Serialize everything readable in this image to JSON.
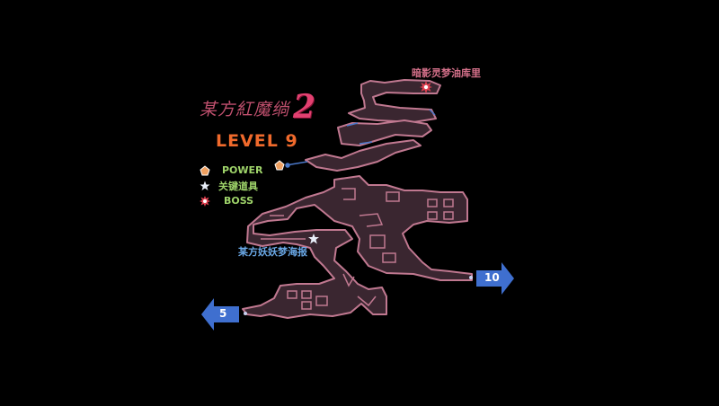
{
  "game": {
    "title_cn": "某方紅魔绱",
    "title_num": "2",
    "level": "LEVEL 9"
  },
  "legend": [
    {
      "icon": "pentagon-icon",
      "label": "POWER",
      "color": "#f0a060"
    },
    {
      "icon": "star-icon",
      "label": "关键道具",
      "color": "#e8eef8"
    },
    {
      "icon": "boss-icon",
      "label": "BOSS",
      "color": "#e04050"
    }
  ],
  "map": {
    "boss_label": "暗影灵梦油库里",
    "poster_label": "某方妖妖梦海报",
    "tunnel_color": "#3a2630",
    "wall_color": "#c07890",
    "path_color": "#4a78c8"
  },
  "exits": {
    "right_number": "10",
    "left_number": "5",
    "arrow_color": "#3f6fcf"
  }
}
